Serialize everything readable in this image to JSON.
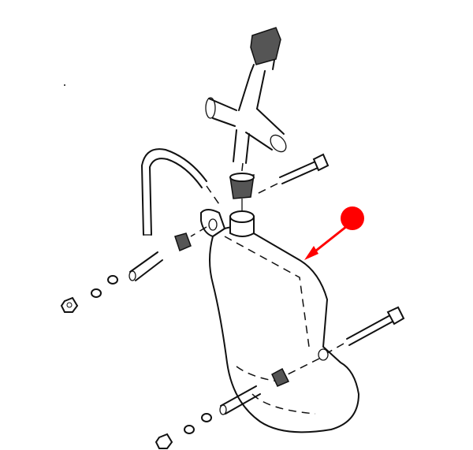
{
  "diagram": {
    "line_color": "#111111",
    "background": "#ffffff",
    "marker": {
      "color": "#ff0000",
      "shape": "dot-with-arrow",
      "points_to": "reservoir-tank"
    },
    "parts": [
      "cap",
      "tee-fitting",
      "grommet",
      "hose",
      "long-bolt-upper",
      "long-bolt-lower",
      "reservoir-tank",
      "stud-upper",
      "stud-lower",
      "nut",
      "washer",
      "lock-washer",
      "rubber-bushing"
    ]
  }
}
